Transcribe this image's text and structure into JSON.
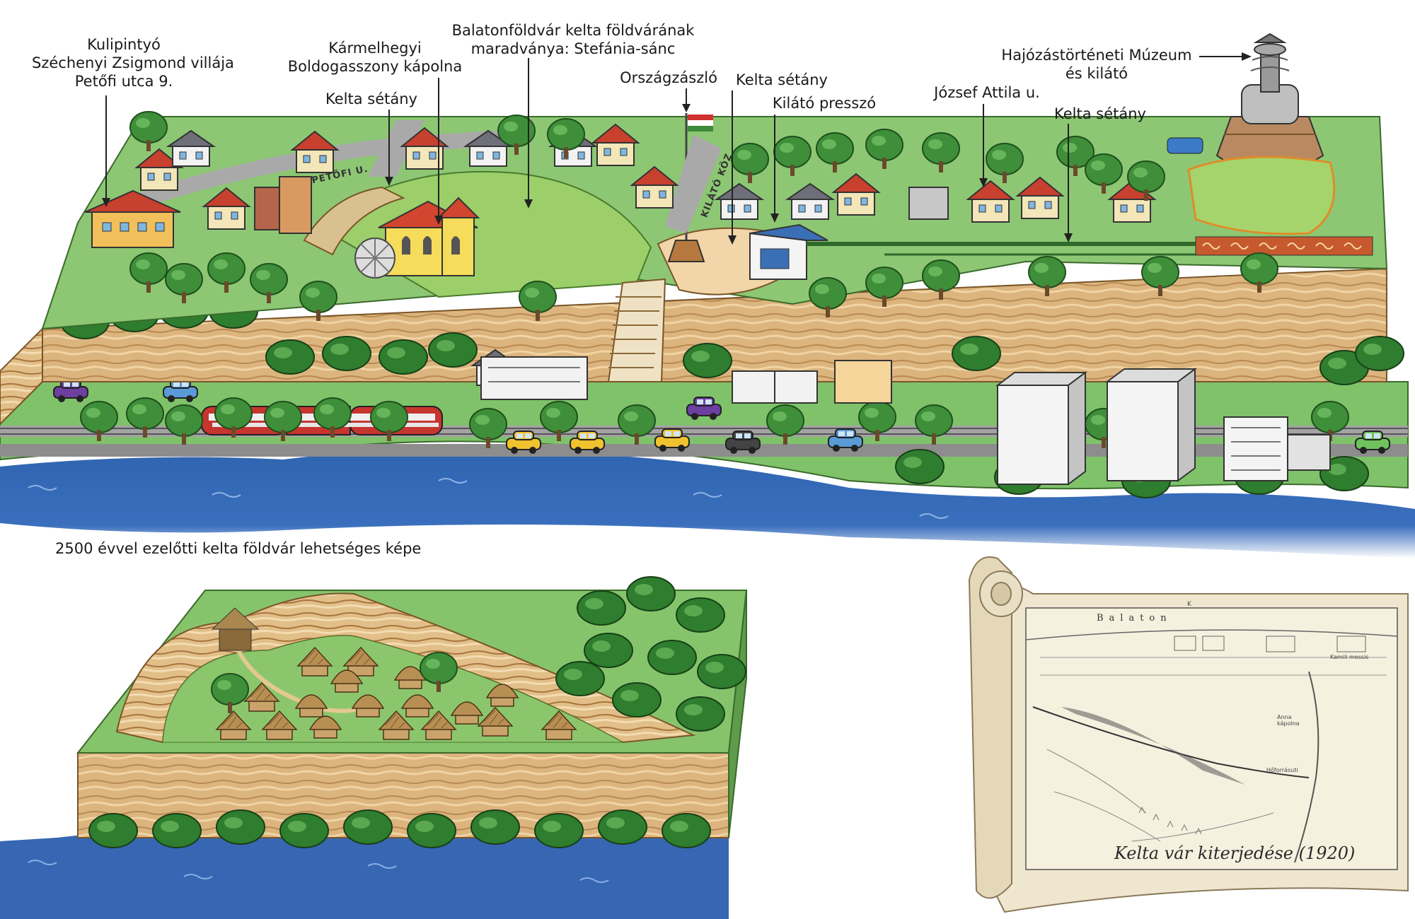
{
  "top_labels": {
    "kulipintyo": [
      "Kulipintyó",
      "Széchenyi Zsigmond villája",
      "Petőfi utca 9."
    ],
    "karmelhegyi": [
      "Kármelhegyi",
      "Boldogasszony kápolna"
    ],
    "kelta_setany_1": "Kelta sétány",
    "stefania_sanc": [
      "Balatonföldvár kelta földvárának",
      "maradványa: Stefánia-sánc"
    ],
    "orszagzaszlo": "Országzászló",
    "kelta_setany_2": "Kelta sétány",
    "kilato_presszo": "Kilátó presszó",
    "jozsef_attila": "József Attila u.",
    "kelta_setany_3": "Kelta sétány",
    "hajozastorteneti": [
      "Hajózástörténeti Múzeum",
      "és kilátó"
    ]
  },
  "street_signs": {
    "petofi": "PETŐFI U.",
    "kilato_koz": "KILÁTÓ KÖZ"
  },
  "celtic_caption": "2500  évvel ezelőtti kelta földvár lehetséges képe",
  "old_map": {
    "caption": "Kelta vár kiterjedése (1920)",
    "lake_name": "Balaton",
    "small_labels": [
      "K",
      "Kamili messis",
      "Anna kápolna",
      "Hőforrásuti"
    ]
  },
  "colors": {
    "lake": "#2f64b0",
    "grass": "#7fc26a",
    "cliff": "#d9b27a",
    "forest": "#3f8f3a",
    "road": "#9a9a9a",
    "parchment": "#efe6cf"
  },
  "icons": [
    "tree-icon",
    "house-icon",
    "car-icon",
    "train-icon",
    "flag-icon",
    "tower-icon",
    "hut-icon",
    "scroll-icon"
  ]
}
